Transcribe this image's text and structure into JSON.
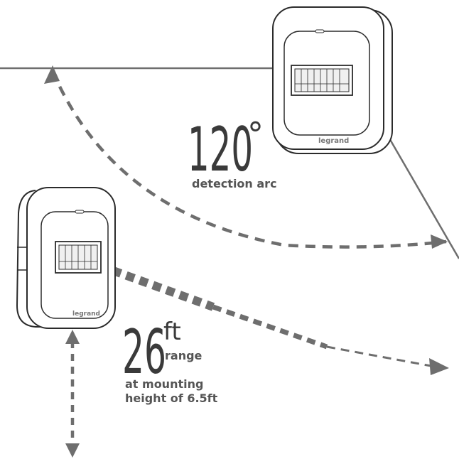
{
  "detection": {
    "value": "120",
    "unit_symbol": "°",
    "label": "detection arc"
  },
  "range": {
    "value": "26",
    "unit": "ft",
    "label": "range",
    "note_line1": "at mounting",
    "note_line2": "height of 6.5ft"
  },
  "brand": {
    "name": "legrand"
  },
  "colors": {
    "line": "#6e6e6e",
    "outline": "#2b2b2b",
    "text": "#3a3a3a"
  },
  "icons": {
    "sensor_top": "motion-sensor-icon",
    "sensor_side": "motion-sensor-icon"
  }
}
